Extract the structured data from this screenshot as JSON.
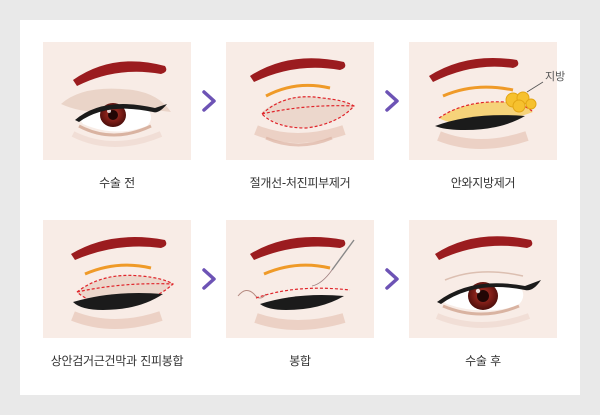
{
  "colors": {
    "panel_bg": "#f8ece6",
    "brow": "#9b1c1f",
    "arrow": "#6d53b5",
    "incision": "#e0242a",
    "fat": "#f6c12e",
    "orange_crease": "#ef9a28"
  },
  "icons": [
    "chevron-right-icon",
    "needle-icon",
    "fat-blob-icon"
  ],
  "steps": [
    {
      "caption": "수술 전"
    },
    {
      "caption": "절개선-처진피부제거"
    },
    {
      "caption": "안와지방제거",
      "annotation": "지방"
    },
    {
      "caption": "상안검거근건막과 진피봉합"
    },
    {
      "caption": "봉합"
    },
    {
      "caption": "수술 후"
    }
  ]
}
